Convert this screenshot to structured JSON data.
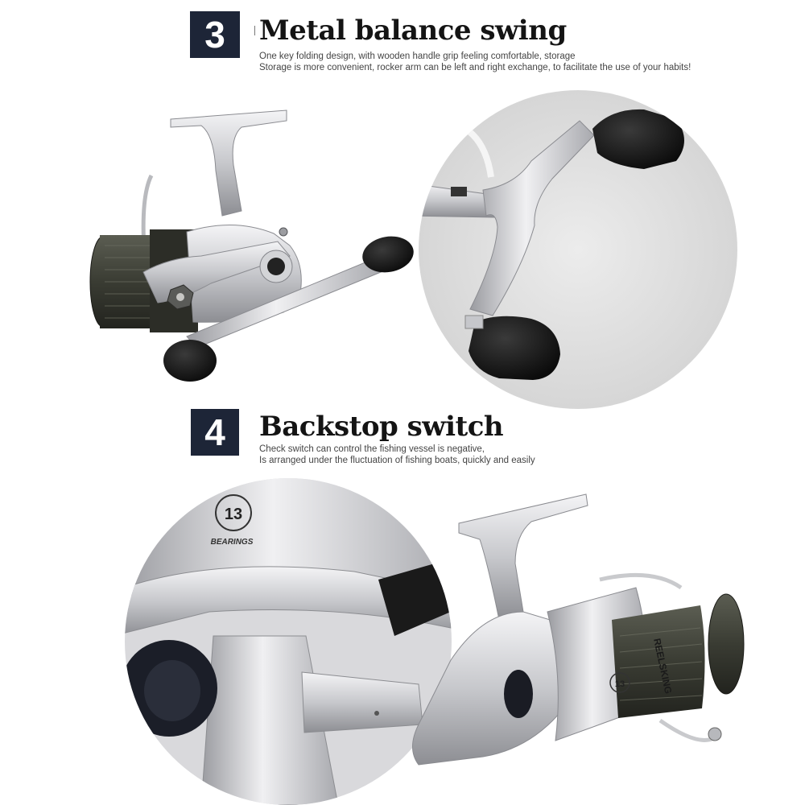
{
  "section3": {
    "number": "3",
    "title": "Metal balance swing",
    "desc_line1": "One key folding design, with wooden handle grip feeling comfortable, storage",
    "desc_line2": "Storage is more convenient, rocker arm can be left and right exchange, to facilitate the use of your habits!"
  },
  "section4": {
    "number": "4",
    "title": "Backstop switch",
    "desc_line1": "Check switch can control the fishing vessel is negative,",
    "desc_line2": "Is arranged under the fluctuation of fishing boats, quickly and easily"
  },
  "product_marks": {
    "bearing_count": "13",
    "bearing_label": "BEARINGS",
    "spool_brand": "REELSKING"
  },
  "colors": {
    "badge_bg": "#1d2537",
    "circle_bg": "#e2e2e2",
    "silver": "#c9cacd",
    "knob": "#141414",
    "spool_dark": "#3c3e36"
  }
}
